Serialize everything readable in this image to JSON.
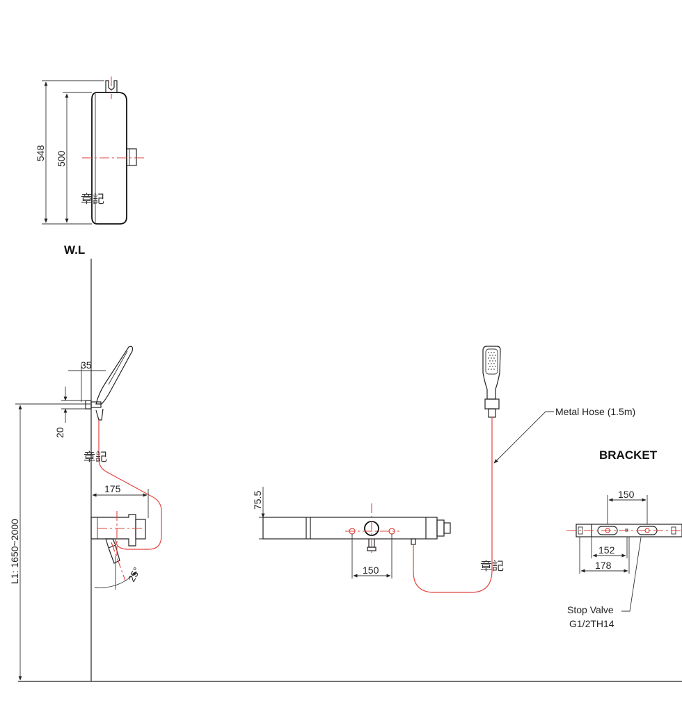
{
  "labels": {
    "wl": "W.L",
    "bracket": "BRACKET",
    "metal_hose": "Metal Hose (1.5m)",
    "stop_valve_line1": "Stop Valve",
    "stop_valve_line2": "G1/2TH14",
    "l1": "L1: 1650~2000",
    "watermark": "章記"
  },
  "dimensions": {
    "side_total_height": "548",
    "side_body_height": "500",
    "holder_offset": "35",
    "holder_height": "20",
    "valve_projection": "175",
    "angle": "25°",
    "mixer_height": "75.5",
    "mixer_center": "150",
    "bracket_top": "150",
    "bracket_mid": "152",
    "bracket_bottom": "178"
  },
  "colors": {
    "line": "#222222",
    "centerline": "#e0443e"
  }
}
